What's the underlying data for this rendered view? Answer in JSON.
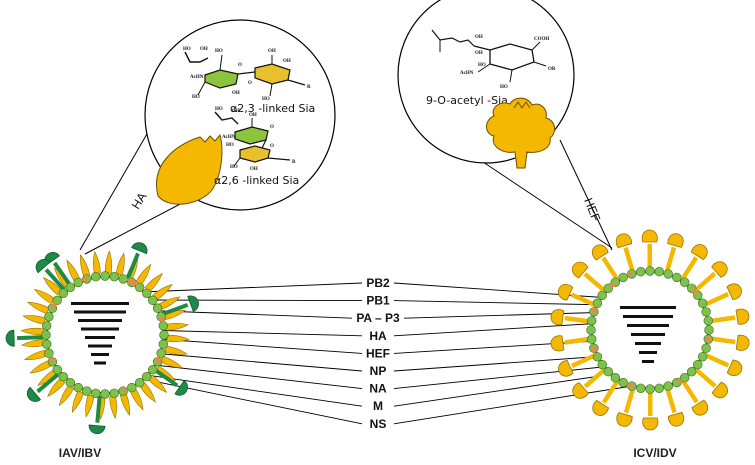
{
  "viruses": {
    "left": {
      "label": "IAV/IBV",
      "segment_bars": 8
    },
    "right": {
      "label": "ICV/IDV",
      "segment_bars": 7
    }
  },
  "segments": [
    "PB2",
    "PB1",
    "PA – P3",
    "HA",
    "HEF",
    "NP",
    "NA",
    "M",
    "NS"
  ],
  "callouts": {
    "left": {
      "protein": "HA",
      "receptors": [
        "α2,3 -linked Sia",
        "α2,6 -linked Sia"
      ]
    },
    "right": {
      "protein": "HEF",
      "receptors": [
        "9-O-acetyl -Sia"
      ]
    }
  },
  "chem_text": {
    "left_top": [
      "HO",
      "OH",
      "HO",
      "AcHN",
      "HO",
      "OH",
      "O",
      "OH",
      "O",
      "HO",
      "OH",
      "R"
    ],
    "left_bottom": [
      "HO",
      "OH",
      "AcHN",
      "HO",
      "OH",
      "O",
      "HO",
      "OH",
      "O",
      "R"
    ],
    "right": [
      "OH",
      "OH",
      "AcHN",
      "HO",
      "COOH",
      "OR",
      "HO"
    ]
  },
  "colors": {
    "envelope": "#7dc24a",
    "envelope_outline": "#3a6b1e",
    "spike_orange": "#f5b800",
    "spike_orange_outline": "#9a7200",
    "spike_green": "#1e8a45",
    "accent": "#e8894a",
    "sugar_green": "#8cc43c",
    "sugar_yellow": "#e8c02c"
  }
}
